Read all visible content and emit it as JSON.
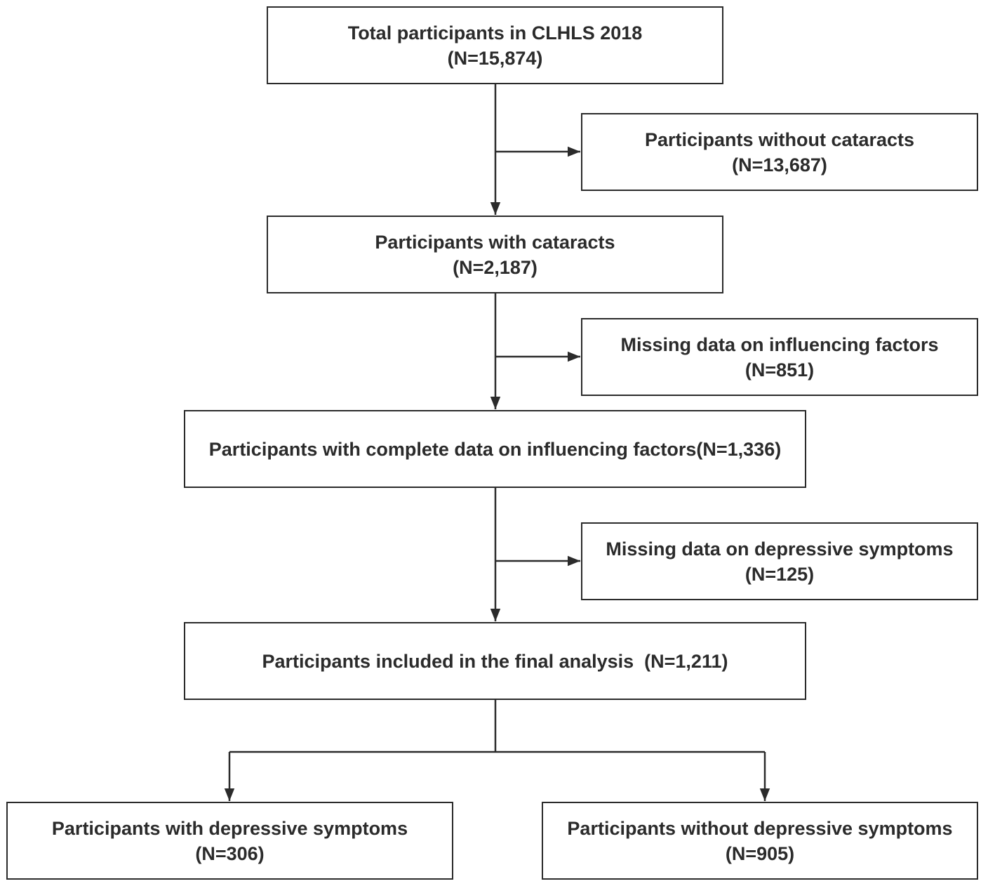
{
  "diagram": {
    "line_color": "#2b2b2b",
    "nodes": [
      {
        "id": "total",
        "line1": "Total participants in CLHLS 2018",
        "line2": "(N=15,874)"
      },
      {
        "id": "without_cataracts",
        "line1": "Participants without cataracts",
        "line2": "(N=13,687)"
      },
      {
        "id": "with_cataracts",
        "line1": "Participants with cataracts",
        "line2": "(N=2,187)"
      },
      {
        "id": "missing_factors",
        "line1": "Missing data on influencing factors",
        "line2": "(N=851)"
      },
      {
        "id": "complete_factors",
        "line1": "Participants with complete data on influencing factors(N=1,336)",
        "line2": ""
      },
      {
        "id": "missing_depressive",
        "line1": "Missing data on depressive symptoms",
        "line2": "(N=125)"
      },
      {
        "id": "final_analysis",
        "line1": "Participants included in the final analysis  (N=1,211)",
        "line2": ""
      },
      {
        "id": "with_depressive",
        "line1": "Participants with depressive symptoms",
        "line2": "(N=306)"
      },
      {
        "id": "without_depressive",
        "line1": "Participants without depressive symptoms",
        "line2": "(N=905)"
      }
    ],
    "edges": [
      {
        "from": "total",
        "to": "with_cataracts"
      },
      {
        "from": "total",
        "to": "without_cataracts"
      },
      {
        "from": "with_cataracts",
        "to": "complete_factors"
      },
      {
        "from": "with_cataracts",
        "to": "missing_factors"
      },
      {
        "from": "complete_factors",
        "to": "final_analysis"
      },
      {
        "from": "complete_factors",
        "to": "missing_depressive"
      },
      {
        "from": "final_analysis",
        "to": "with_depressive"
      },
      {
        "from": "final_analysis",
        "to": "without_depressive"
      }
    ]
  }
}
